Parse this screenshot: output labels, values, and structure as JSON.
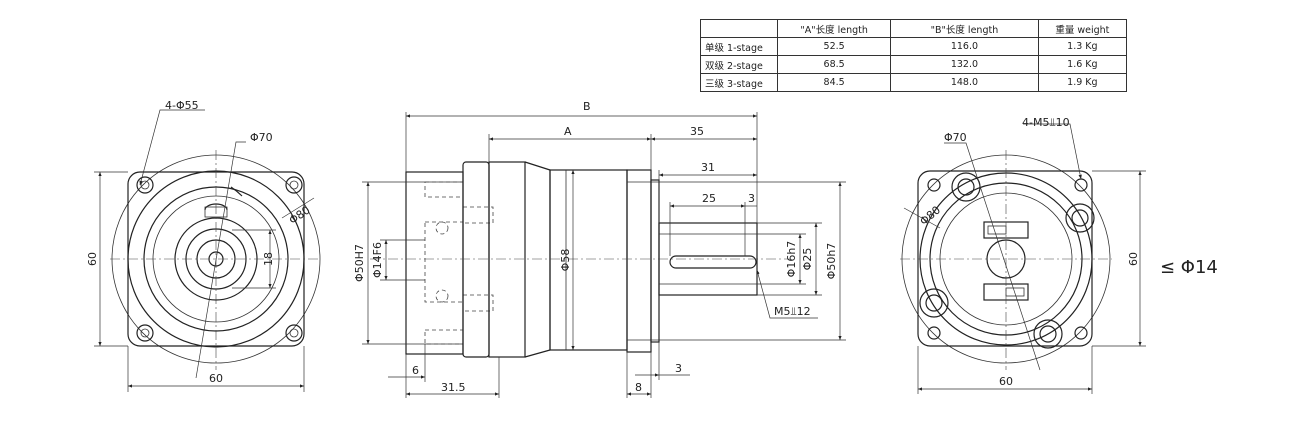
{
  "table": {
    "headers": [
      "",
      "\"A\"长度 length",
      "\"B\"长度 length",
      "重量 weight"
    ],
    "rows": [
      {
        "stage": "单级 1-stage",
        "a": "52.5",
        "b": "116.0",
        "weight": "1.3 Kg"
      },
      {
        "stage": "双级 2-stage",
        "a": "68.5",
        "b": "132.0",
        "weight": "1.6 Kg"
      },
      {
        "stage": "三级 3-stage",
        "a": "84.5",
        "b": "148.0",
        "weight": "1.9 Kg"
      }
    ]
  },
  "left_view": {
    "holes_label": "4-Φ55",
    "pcd_label": "Φ70",
    "outer_label": "Φ80",
    "height_label": "60",
    "width_label": "60",
    "inner_label": "18"
  },
  "side_view": {
    "B": "B",
    "A": "A",
    "d35": "35",
    "d31": "31",
    "d25": "25",
    "d3top": "3",
    "d6": "6",
    "d31_5": "31.5",
    "d8": "8",
    "d3bot": "3",
    "phi50h7_left": "Φ50H7",
    "phi14f6": "Φ14F6",
    "phi58": "Φ58",
    "phi16h7": "Φ16h7",
    "phi25": "Φ25",
    "phi50h7_right": "Φ50h7",
    "m5": "M5⫫12"
  },
  "right_view": {
    "thread_label": "4-M5⫫10",
    "pcd_label": "Φ70",
    "outer_label": "Φ80",
    "height_label": "60",
    "width_label": "60"
  },
  "motor_shaft_note": "≤ Φ14"
}
